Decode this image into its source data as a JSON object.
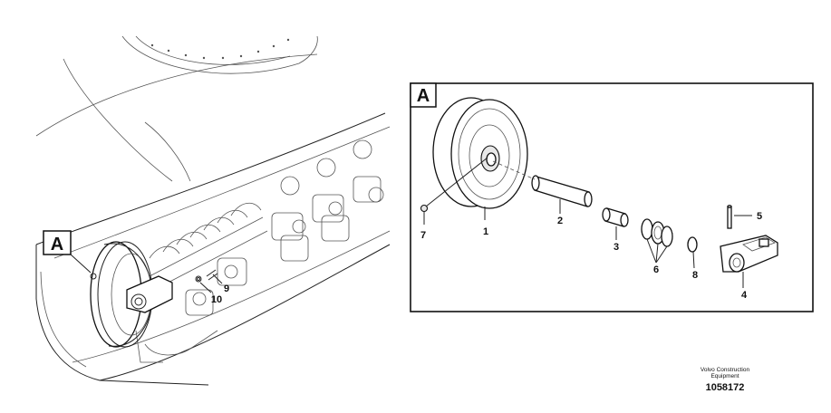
{
  "callouts": {
    "view_label_main": "A",
    "view_label_detail": "A",
    "part_1": "1",
    "part_2": "2",
    "part_3": "3",
    "part_4": "4",
    "part_5": "5",
    "part_6": "6",
    "part_7": "7",
    "part_8": "8",
    "part_9": "9",
    "part_10": "10"
  },
  "credit": {
    "line1": "Volvo Construction",
    "line2": "Equipment",
    "number": "1058172"
  }
}
